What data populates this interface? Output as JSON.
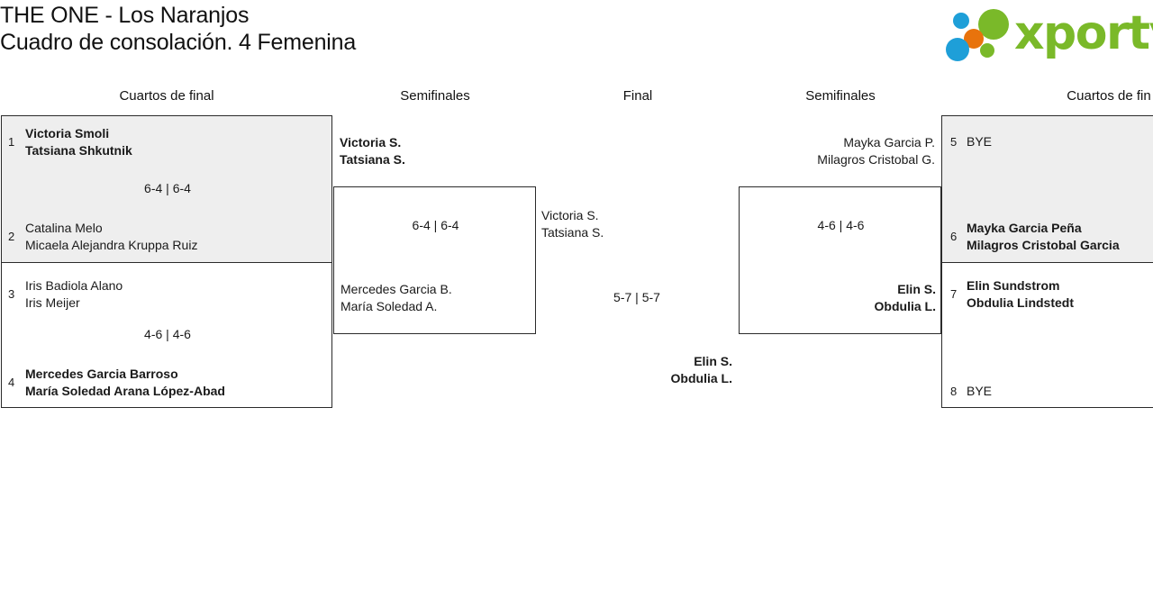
{
  "header": {
    "title_line1": "THE ONE - Los Naranjos",
    "title_line2": "Cuadro de consolación. 4 Femenina",
    "logo_word": "xporty"
  },
  "columns": [
    {
      "label": "Cuartos de final"
    },
    {
      "label": "Semifinales"
    },
    {
      "label": "Final"
    },
    {
      "label": "Semifinales"
    },
    {
      "label": "Cuartos de fin"
    }
  ],
  "bracket": {
    "left_quarterfinals": [
      {
        "top": {
          "seed": "1",
          "player1": "Victoria Smoli",
          "player2": "Tatsiana Shkutnik",
          "winner": true
        },
        "bottom": {
          "seed": "2",
          "player1": "Catalina Melo",
          "player2": "Micaela Alejandra Kruppa Ruiz",
          "winner": false
        },
        "score": "6-4 | 6-4"
      },
      {
        "top": {
          "seed": "3",
          "player1": "Iris Badiola Alano",
          "player2": "Iris Meijer",
          "winner": false
        },
        "bottom": {
          "seed": "4",
          "player1": "Mercedes Garcia Barroso",
          "player2": "María Soledad Arana López-Abad",
          "winner": true
        },
        "score": "4-6 | 4-6"
      }
    ],
    "left_semifinal": {
      "top": {
        "player1": "Victoria S.",
        "player2": "Tatsiana S.",
        "winner": true
      },
      "bottom": {
        "player1": "Mercedes Garcia B.",
        "player2": "María Soledad A.",
        "winner": false
      },
      "score": "6-4 | 6-4"
    },
    "final": {
      "top": {
        "player1": "Victoria S.",
        "player2": "Tatsiana S.",
        "winner": false
      },
      "bottom": {
        "player1": "Elin S.",
        "player2": "Obdulia L.",
        "winner": true
      },
      "score": "5-7 | 5-7"
    },
    "right_semifinal": {
      "top": {
        "player1": "Mayka Garcia P.",
        "player2": "Milagros Cristobal G.",
        "winner": false
      },
      "bottom": {
        "player1": "Elin S.",
        "player2": "Obdulia L.",
        "winner": true
      },
      "score": "4-6 | 4-6"
    },
    "right_quarterfinals": [
      {
        "top": {
          "seed": "5",
          "player1": "BYE",
          "player2": "",
          "winner": false,
          "is_bye": true
        },
        "bottom": {
          "seed": "6",
          "player1": "Mayka Garcia Peña",
          "player2": "Milagros Cristobal Garcia",
          "winner": true,
          "is_bye": false
        },
        "score": ""
      },
      {
        "top": {
          "seed": "7",
          "player1": "Elin Sundstrom",
          "player2": "Obdulia Lindstedt",
          "winner": true,
          "is_bye": false
        },
        "bottom": {
          "seed": "8",
          "player1": "BYE",
          "player2": "",
          "winner": false,
          "is_bye": true
        },
        "score": ""
      }
    ]
  }
}
